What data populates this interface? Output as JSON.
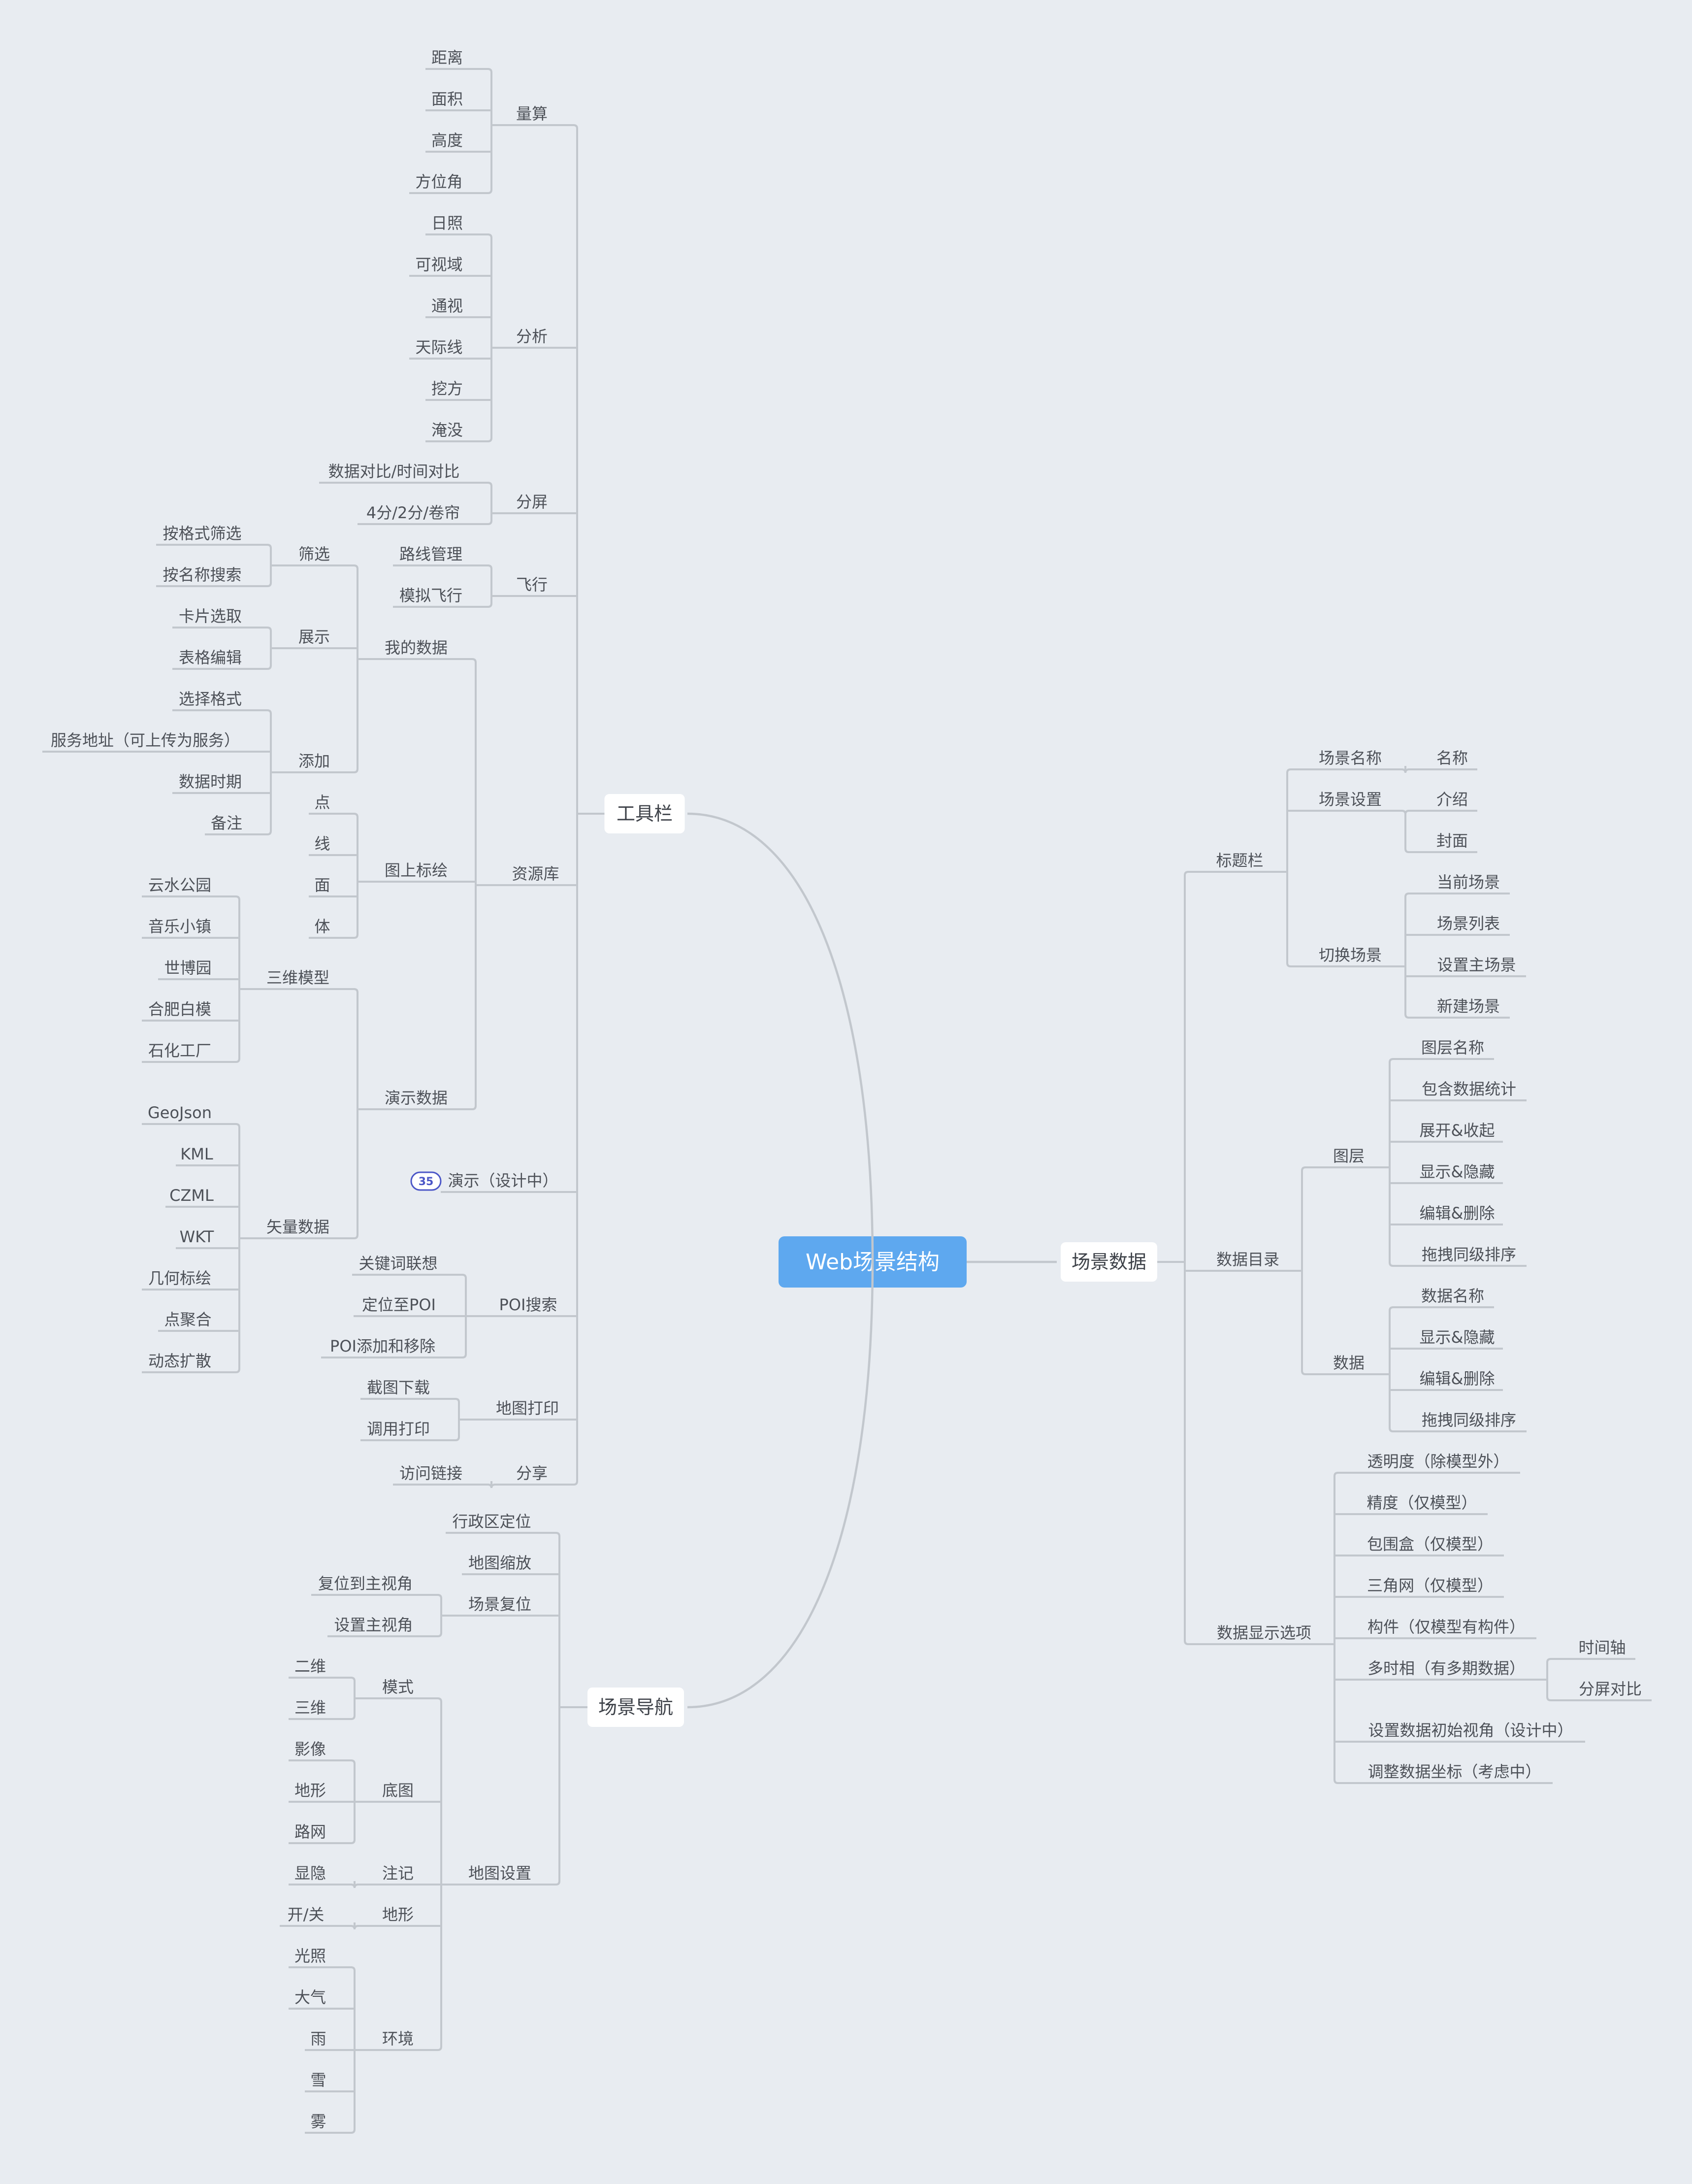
{
  "root": "Web场景结构",
  "colors": {
    "background": "#e8ecf1",
    "root_fill": "#5ea8ef",
    "line": "#c2c7cd",
    "text": "#4d5158",
    "badge": "#4b56c7"
  },
  "left": [
    {
      "id": "tb",
      "label": "工具栏",
      "children": [
        {
          "label": "量算",
          "children": [
            {
              "label": "距离"
            },
            {
              "label": "面积"
            },
            {
              "label": "高度"
            },
            {
              "label": "方位角"
            }
          ]
        },
        {
          "label": "分析",
          "children": [
            {
              "label": "日照"
            },
            {
              "label": "可视域"
            },
            {
              "label": "通视"
            },
            {
              "label": "天际线"
            },
            {
              "label": "挖方"
            },
            {
              "label": "淹没"
            }
          ]
        },
        {
          "label": "分屏",
          "children": [
            {
              "label": "数据对比/时间对比"
            },
            {
              "label": "4分/2分/卷帘"
            }
          ]
        },
        {
          "label": "飞行",
          "children": [
            {
              "label": "路线管理"
            },
            {
              "label": "模拟飞行"
            }
          ]
        },
        {
          "label": "资源库",
          "children": [
            {
              "label": "我的数据",
              "children": [
                {
                  "label": "筛选",
                  "children": [
                    {
                      "label": "按格式筛选"
                    },
                    {
                      "label": "按名称搜索"
                    }
                  ]
                },
                {
                  "label": "展示",
                  "children": [
                    {
                      "label": "卡片选取"
                    },
                    {
                      "label": "表格编辑"
                    }
                  ]
                },
                {
                  "label": "添加",
                  "children": [
                    {
                      "label": "选择格式"
                    },
                    {
                      "label": "服务地址（可上传为服务）"
                    },
                    {
                      "label": "数据时期"
                    },
                    {
                      "label": "备注"
                    }
                  ]
                }
              ]
            },
            {
              "label": "图上标绘",
              "children": [
                {
                  "label": "点"
                },
                {
                  "label": "线"
                },
                {
                  "label": "面"
                },
                {
                  "label": "体"
                }
              ]
            },
            {
              "label": "演示数据",
              "children": [
                {
                  "label": "三维模型",
                  "children": [
                    {
                      "label": "云水公园"
                    },
                    {
                      "label": "音乐小镇"
                    },
                    {
                      "label": "世博园"
                    },
                    {
                      "label": "合肥白模"
                    },
                    {
                      "label": "石化工厂"
                    }
                  ]
                },
                {
                  "label": "矢量数据",
                  "children": [
                    {
                      "label": "GeoJson"
                    },
                    {
                      "label": "KML"
                    },
                    {
                      "label": "CZML"
                    },
                    {
                      "label": "WKT"
                    },
                    {
                      "label": "几何标绘"
                    },
                    {
                      "label": "点聚合"
                    },
                    {
                      "label": "动态扩散"
                    }
                  ]
                }
              ]
            }
          ]
        },
        {
          "label": "演示（设计中）",
          "badge": "35"
        },
        {
          "label": "POI搜索",
          "children": [
            {
              "label": "关键词联想"
            },
            {
              "label": "定位至POI"
            },
            {
              "label": "POI添加和移除"
            }
          ]
        },
        {
          "label": "地图打印",
          "children": [
            {
              "label": "截图下载"
            },
            {
              "label": "调用打印"
            }
          ]
        },
        {
          "label": "分享",
          "children": [
            {
              "label": "访问链接"
            }
          ]
        }
      ]
    },
    {
      "id": "nav",
      "label": "场景导航",
      "children": [
        {
          "label": "行政区定位"
        },
        {
          "label": "地图缩放"
        },
        {
          "label": "场景复位",
          "children": [
            {
              "label": "复位到主视角"
            },
            {
              "label": "设置主视角"
            }
          ]
        },
        {
          "label": "地图设置",
          "children": [
            {
              "label": "模式",
              "children": [
                {
                  "label": "二维"
                },
                {
                  "label": "三维"
                }
              ]
            },
            {
              "label": "底图",
              "children": [
                {
                  "label": "影像"
                },
                {
                  "label": "地形"
                },
                {
                  "label": "路网"
                }
              ]
            },
            {
              "label": "注记",
              "children": [
                {
                  "label": "显隐"
                }
              ]
            },
            {
              "label": "地形",
              "children": [
                {
                  "label": "开/关"
                }
              ]
            },
            {
              "label": "环境",
              "children": [
                {
                  "label": "光照"
                },
                {
                  "label": "大气"
                },
                {
                  "label": "雨"
                },
                {
                  "label": "雪"
                },
                {
                  "label": "雾"
                }
              ]
            }
          ]
        }
      ]
    }
  ],
  "right": [
    {
      "id": "sd",
      "label": "场景数据",
      "children": [
        {
          "label": "标题栏",
          "children": [
            {
              "label": "场景名称",
              "children": [
                {
                  "label": "名称"
                }
              ]
            },
            {
              "label": "场景设置",
              "children": [
                {
                  "label": "介绍"
                },
                {
                  "label": "封面"
                }
              ]
            },
            {
              "label": "切换场景",
              "children": [
                {
                  "label": "当前场景"
                },
                {
                  "label": "场景列表"
                },
                {
                  "label": "设置主场景"
                },
                {
                  "label": "新建场景"
                }
              ]
            }
          ]
        },
        {
          "label": "数据目录",
          "children": [
            {
              "label": "图层",
              "children": [
                {
                  "label": "图层名称"
                },
                {
                  "label": "包含数据统计"
                },
                {
                  "label": "展开&收起"
                },
                {
                  "label": "显示&隐藏"
                },
                {
                  "label": "编辑&删除"
                },
                {
                  "label": "拖拽同级排序"
                }
              ]
            },
            {
              "label": "数据",
              "children": [
                {
                  "label": "数据名称"
                },
                {
                  "label": "显示&隐藏"
                },
                {
                  "label": "编辑&删除"
                },
                {
                  "label": "拖拽同级排序"
                }
              ]
            }
          ]
        },
        {
          "label": "数据显示选项",
          "children": [
            {
              "label": "透明度（除模型外）"
            },
            {
              "label": "精度（仅模型）"
            },
            {
              "label": "包围盒（仅模型）"
            },
            {
              "label": "三角网（仅模型）"
            },
            {
              "label": "构件（仅模型有构件）"
            },
            {
              "label": "多时相（有多期数据）",
              "children": [
                {
                  "label": "时间轴"
                },
                {
                  "label": "分屏对比"
                }
              ]
            },
            {
              "label": "设置数据初始视角（设计中）"
            },
            {
              "label": "调整数据坐标（考虑中）"
            }
          ]
        }
      ]
    }
  ]
}
